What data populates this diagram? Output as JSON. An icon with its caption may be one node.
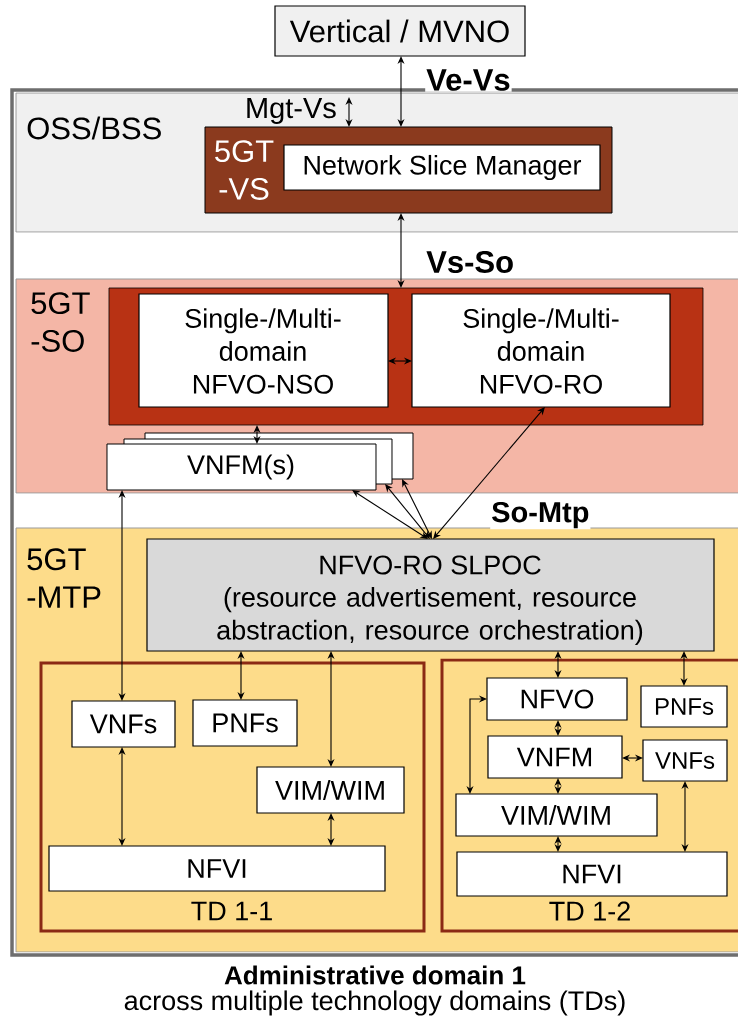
{
  "diagram": {
    "nodes": [
      {
        "text": [
          "Vertical / MVNO"
        ]
      },
      {
        "text": [
          "Administrative domain 1",
          "across multiple technology domains (TDs)"
        ]
      },
      {
        "text": [
          "OSS/BSS"
        ],
        "in": 1
      },
      {
        "text": [
          "5GT -VS"
        ],
        "in": 2
      },
      {
        "text": [
          "Network Slice Manager"
        ],
        "in": 3
      },
      {
        "text": [
          "5GT -SO"
        ],
        "in": 1
      },
      {
        "text": [],
        "shape": "box",
        "in": 5
      },
      {
        "text": [
          "Single-/Multi- domain NFVO-NSO"
        ],
        "in": 6
      },
      {
        "text": [
          "Single-/Multi- domain NFVO-RO"
        ],
        "in": 6
      },
      {
        "text": [
          "VNFM(s)"
        ],
        "in": 5
      },
      {
        "text": [
          "5GT -MTP"
        ],
        "in": 1
      },
      {
        "text": [
          "NFVO-RO SLPOC",
          "(resource advertisement, resource abstraction, resource orchestration)"
        ],
        "in": 10
      },
      {
        "text": [
          "TD 1-1"
        ],
        "in": 10
      },
      {
        "text": [
          "VNFs"
        ],
        "in": 12
      },
      {
        "text": [
          "PNFs"
        ],
        "in": 12
      },
      {
        "text": [
          "VIM/WIM"
        ],
        "in": 12
      },
      {
        "text": [
          "NFVI"
        ],
        "in": 12
      },
      {
        "text": [
          "TD 1-2"
        ],
        "in": 10
      },
      {
        "text": [
          "NFVO"
        ],
        "in": 17
      },
      {
        "text": [
          "PNFs"
        ],
        "in": 17
      },
      {
        "text": [
          "VNFM"
        ],
        "in": 17
      },
      {
        "text": [
          "VNFs"
        ],
        "in": 17
      },
      {
        "text": [
          "VIM/WIM"
        ],
        "in": 17
      },
      {
        "text": [
          "NFVI"
        ],
        "in": 17
      }
    ],
    "edges": [
      {
        "from": 0,
        "to": 3,
        "arrow": "both",
        "label": "Ve-Vs"
      },
      {
        "from": 3,
        "to": 6,
        "arrow": "both",
        "label": "Vs-So"
      },
      {
        "from": null,
        "to": 3,
        "arrow": "both",
        "label": "Mgt-Vs"
      },
      {
        "from": 7,
        "to": 8,
        "arrow": "both"
      },
      {
        "from": 6,
        "to": 9,
        "arrow": "both"
      },
      {
        "from": 8,
        "to": 11,
        "arrow": "both",
        "label": "So-Mtp"
      },
      {
        "from": 9,
        "to": 11,
        "arrow": "both"
      },
      {
        "from": 9,
        "to": 11,
        "arrow": "both"
      },
      {
        "from": 9,
        "to": 11,
        "arrow": "both"
      },
      {
        "from": 9,
        "to": 13,
        "arrow": "both"
      },
      {
        "from": 11,
        "to": 14,
        "arrow": "both"
      },
      {
        "from": 11,
        "to": 15,
        "arrow": "both"
      },
      {
        "from": 13,
        "to": 16,
        "arrow": "both"
      },
      {
        "from": 15,
        "to": 16,
        "arrow": "both"
      },
      {
        "from": 11,
        "to": 18,
        "arrow": "both"
      },
      {
        "from": 11,
        "to": 19,
        "arrow": "both"
      },
      {
        "from": 18,
        "to": 20,
        "arrow": "both"
      },
      {
        "from": 20,
        "to": 21,
        "arrow": "both"
      },
      {
        "from": 20,
        "to": 22,
        "arrow": "both"
      },
      {
        "from": 22,
        "to": 23,
        "arrow": "both"
      },
      {
        "from": 18,
        "to": 22,
        "arrow": "both"
      },
      {
        "from": 21,
        "to": 23,
        "arrow": "both"
      }
    ]
  }
}
